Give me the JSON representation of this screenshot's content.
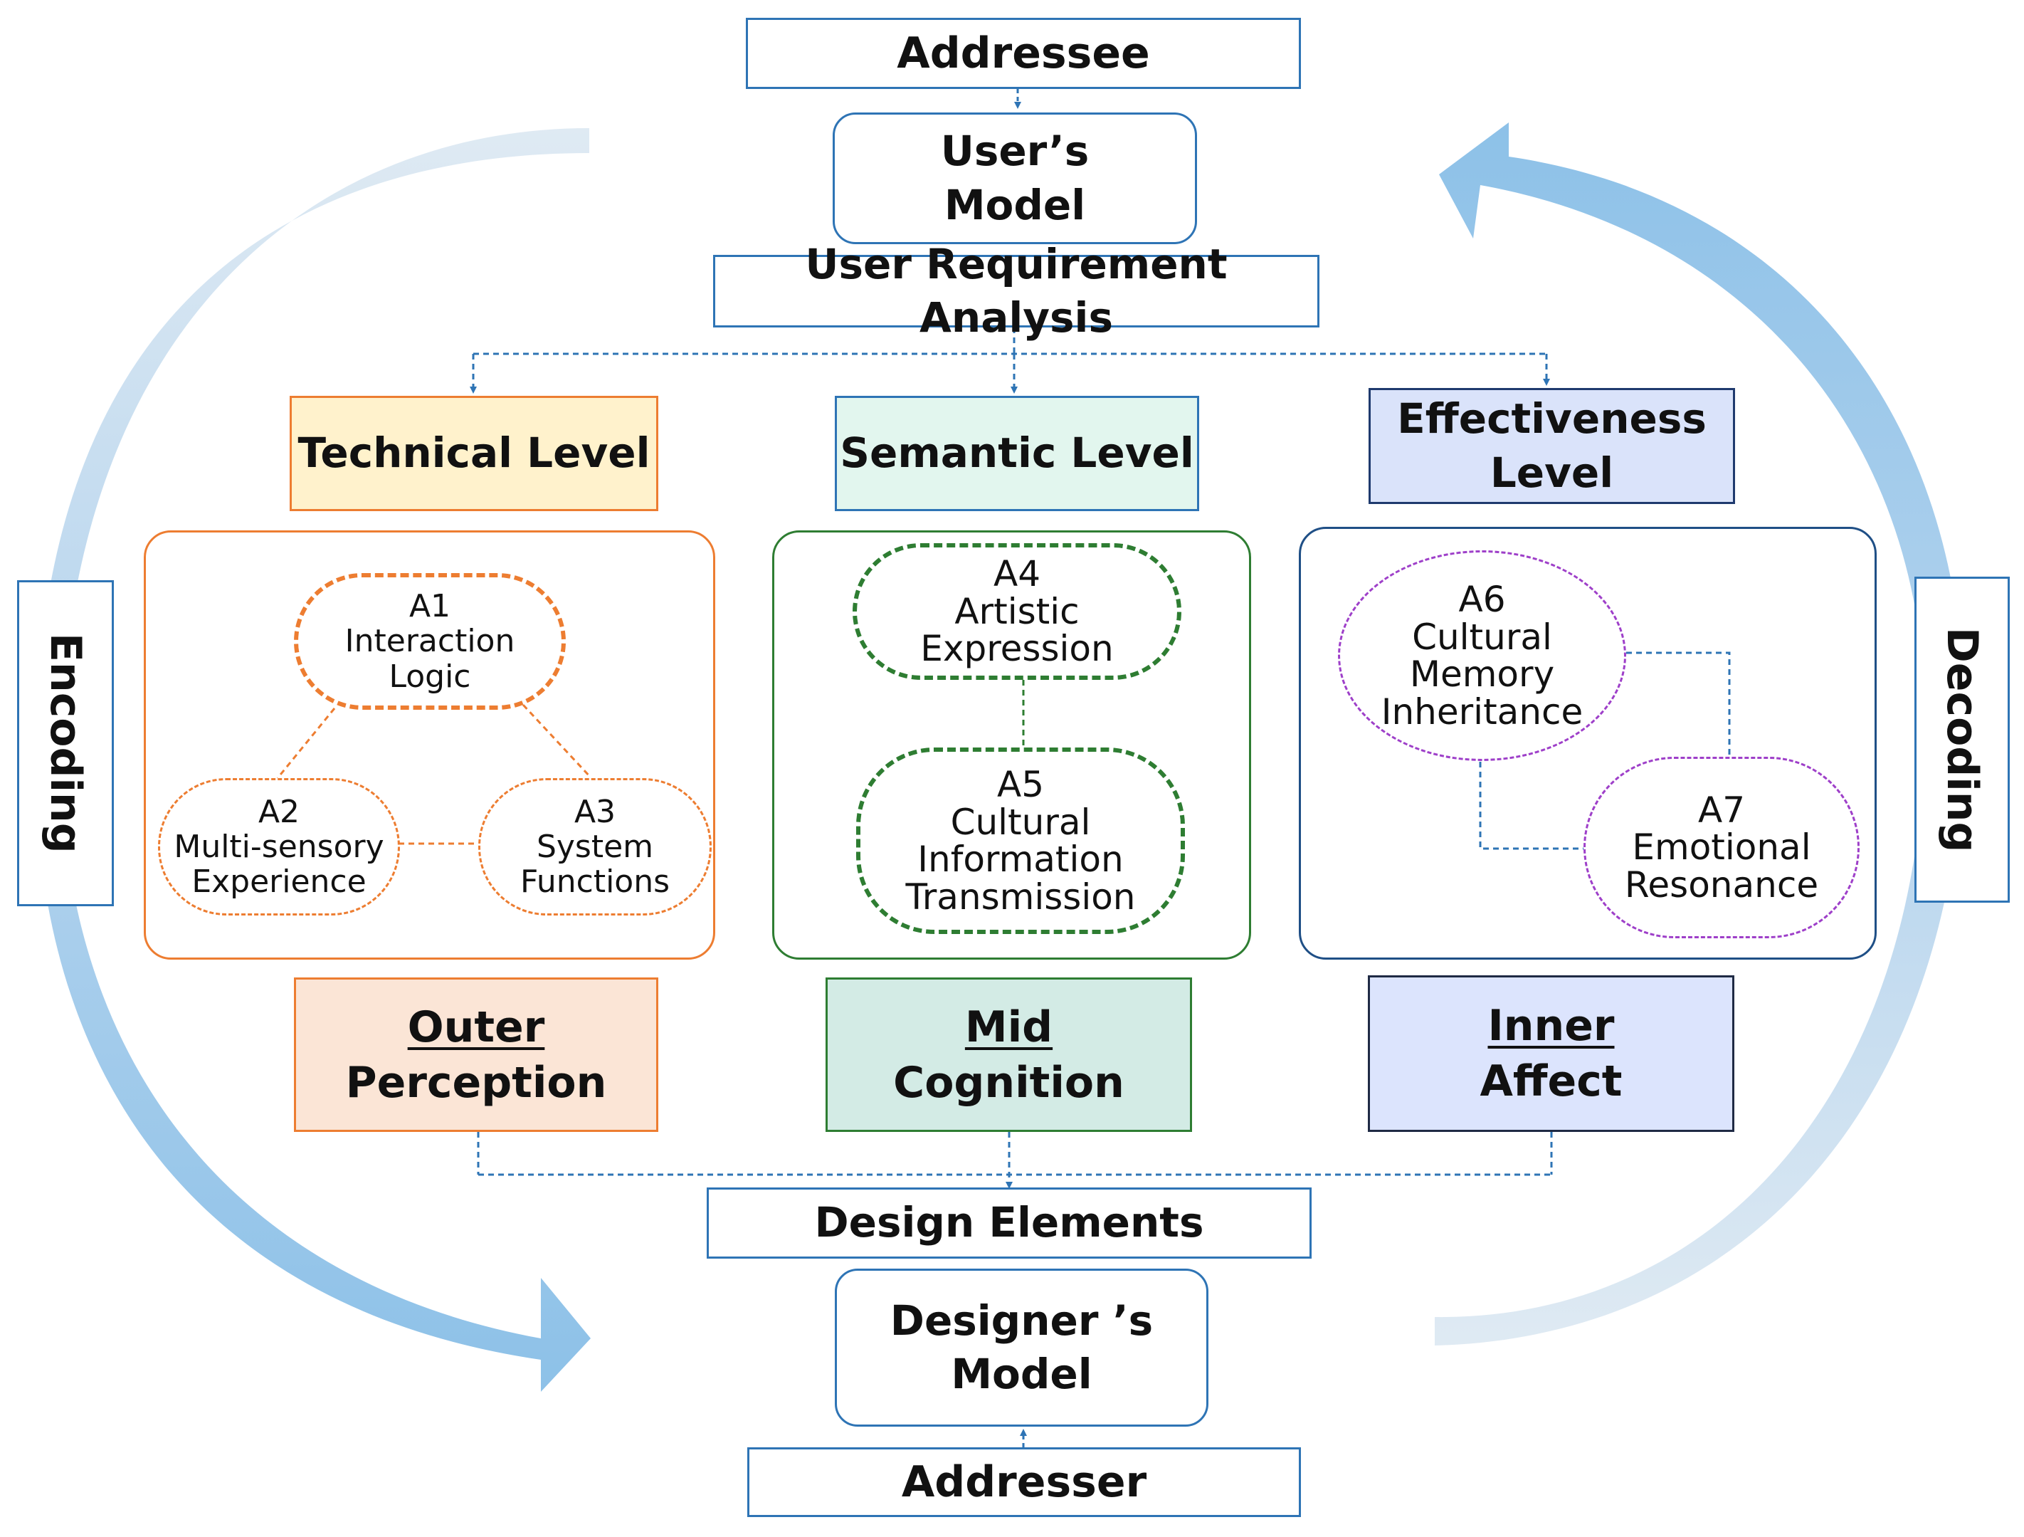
{
  "top": {
    "addressee": "Addressee",
    "user_model_line1": "User’s",
    "user_model_line2": "Model",
    "user_requirement": "User Requirement Analysis"
  },
  "levels": {
    "technical": "Technical Level",
    "semantic": "Semantic Level",
    "effectiveness_line1": "Effectiveness",
    "effectiveness_line2": "Level"
  },
  "technical_nodes": {
    "a1": [
      "A1",
      "Interaction",
      "Logic"
    ],
    "a2": [
      "A2",
      "Multi-sensory",
      "Experience"
    ],
    "a3": [
      "A3",
      "System",
      "Functions"
    ]
  },
  "semantic_nodes": {
    "a4": [
      "A4",
      "Artistic",
      "Expression"
    ],
    "a5": [
      "A5",
      "Cultural",
      "Information",
      "Transmission"
    ]
  },
  "effectiveness_nodes": {
    "a6": [
      "A6",
      "Cultural",
      "Memory",
      "Inheritance"
    ],
    "a7": [
      "A7",
      "Emotional",
      "Resonance"
    ]
  },
  "layers": {
    "outer_line1": "Outer",
    "outer_line2": "Perception",
    "mid_line1": "Mid",
    "mid_line2": "Cognition",
    "inner_line1": "Inner",
    "inner_line2": "Affect"
  },
  "bottom": {
    "design_elements": "Design Elements",
    "designer_model_line1": "Designer ’s",
    "designer_model_line2": "Model",
    "addresser": "Addresser"
  },
  "side": {
    "encoding": "Encoding",
    "decoding": "Decoding"
  },
  "colors": {
    "technical": "#fff2cc",
    "semantic": "#e2f6ee",
    "effectiveness": "#dae3fa",
    "outer": "#fbe5d6",
    "mid": "#d3ebe5",
    "inner": "#dce4fd",
    "orange": "#ed7d31",
    "green": "#2e7d32",
    "purple": "#9e3fc9",
    "blue": "#2e74b5"
  }
}
